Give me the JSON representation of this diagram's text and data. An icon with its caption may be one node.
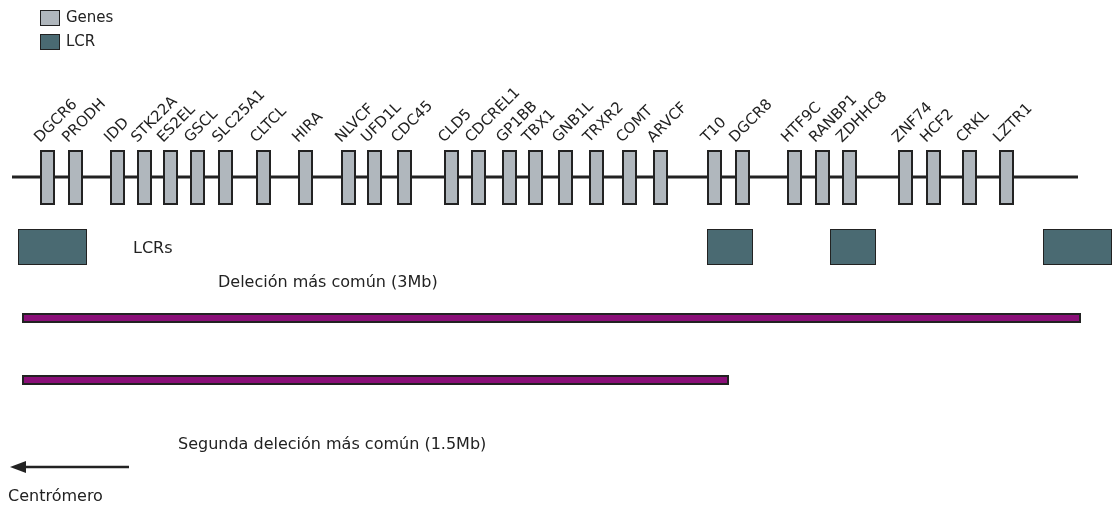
{
  "diagram": {
    "nodes": [
      {
        "text": [
          "DGCR6"
        ]
      },
      {
        "text": [
          "PRODH"
        ]
      },
      {
        "text": [
          "IDD"
        ]
      },
      {
        "text": [
          "STK22A"
        ]
      },
      {
        "text": [
          "ES2EL"
        ]
      },
      {
        "text": [
          "GSCL"
        ]
      },
      {
        "text": [
          "SLC25A1"
        ]
      },
      {
        "text": [
          "CLTCL"
        ]
      },
      {
        "text": [
          "HIRA"
        ]
      },
      {
        "text": [
          "NLVCF"
        ]
      },
      {
        "text": [
          "UFD1L"
        ]
      },
      {
        "text": [
          "CDC45"
        ]
      },
      {
        "text": [
          "CLD5"
        ]
      },
      {
        "text": [
          "CDCREL1"
        ]
      },
      {
        "text": [
          "GP1BB"
        ]
      },
      {
        "text": [
          "TBX1"
        ]
      },
      {
        "text": [
          "GNB1L"
        ]
      },
      {
        "text": [
          "TRXR2"
        ]
      },
      {
        "text": [
          "COMT"
        ]
      },
      {
        "text": [
          "ARVCF"
        ]
      },
      {
        "text": [
          "T10"
        ]
      },
      {
        "text": [
          "DGCR8"
        ]
      },
      {
        "text": [
          "HTF9C"
        ]
      },
      {
        "text": [
          "RANBP1"
        ]
      },
      {
        "text": [
          "ZDHHC8"
        ]
      },
      {
        "text": [
          "ZNF74"
        ]
      },
      {
        "text": [
          "HCF2"
        ]
      },
      {
        "text": [
          "CRKL"
        ]
      },
      {
        "text": [
          "LZTR1"
        ]
      },
      {
        "text": [],
        "shape": "box"
      },
      {
        "text": [],
        "shape": "box"
      },
      {
        "text": [],
        "shape": "box"
      },
      {
        "text": [],
        "shape": "box"
      },
      {
        "text": [],
        "shape": "bar",
        "beside": [
          "Deleción más común (3Mb)"
        ]
      },
      {
        "text": [],
        "shape": "bar",
        "beside": [
          "Segunda deleción más común (1.5Mb)"
        ]
      }
    ],
    "edges": [],
    "labels": [
      "LCRs",
      "Centrómero"
    ],
    "legend": [
      {
        "text": "Genes",
        "color": "#b0b7bd"
      },
      {
        "text": "LCR",
        "color": "#4a6a72"
      }
    ]
  }
}
